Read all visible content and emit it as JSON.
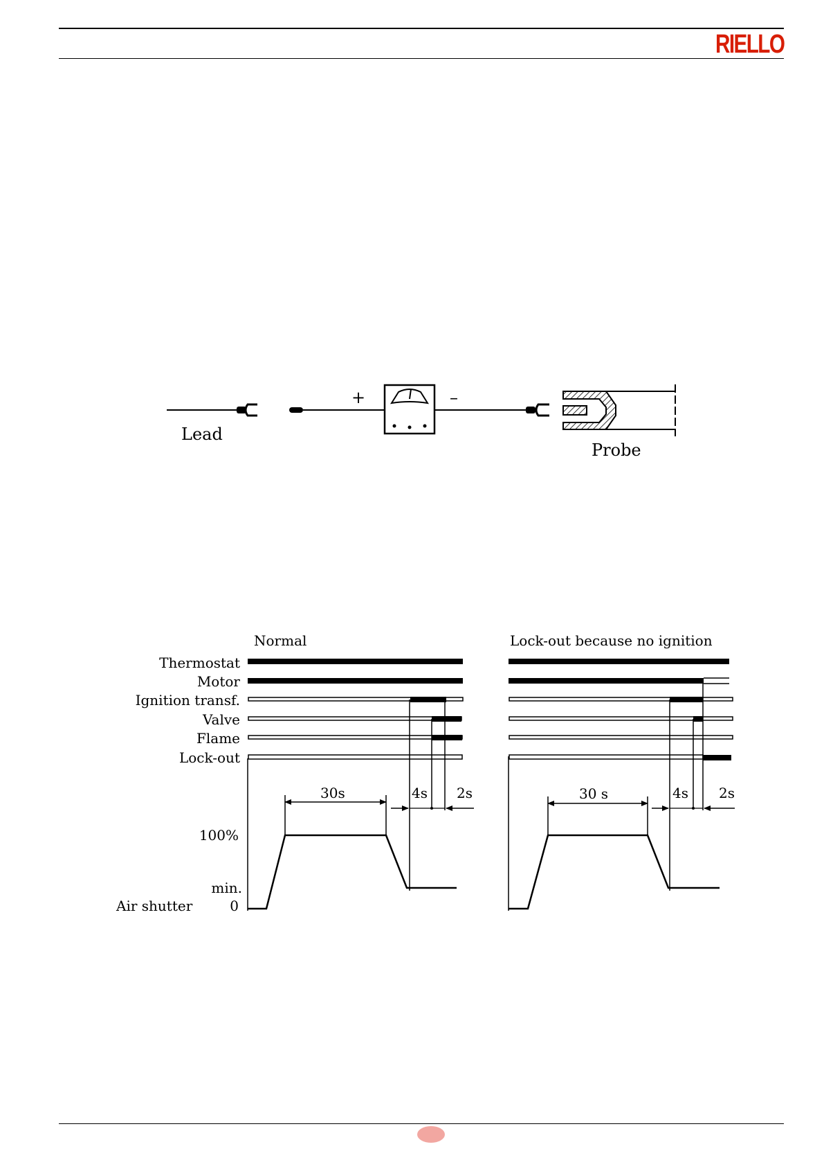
{
  "header": {
    "brand": "RIELLO"
  },
  "colors": {
    "brand": "#d81e05",
    "page_dot": "#f2a7a1",
    "ink": "#000000"
  },
  "measurement_diagram": {
    "lead_label": "Lead",
    "probe_label": "Probe",
    "plus_sign": "+",
    "minus_sign": "–"
  },
  "timing_diagram": {
    "normal_title": "Normal",
    "lockout_title": "Lock-out because no ignition",
    "signals": [
      "Thermostat",
      "Motor",
      "Ignition transf.",
      "Valve",
      "Flame",
      "Lock-out"
    ],
    "air_axis": {
      "label": "Air shutter",
      "zero": "0",
      "min": "min.",
      "full": "100%"
    },
    "intervals": {
      "purge": "30 s",
      "normal_purge": "30s",
      "ignition": "4s",
      "safety": "2s"
    }
  }
}
